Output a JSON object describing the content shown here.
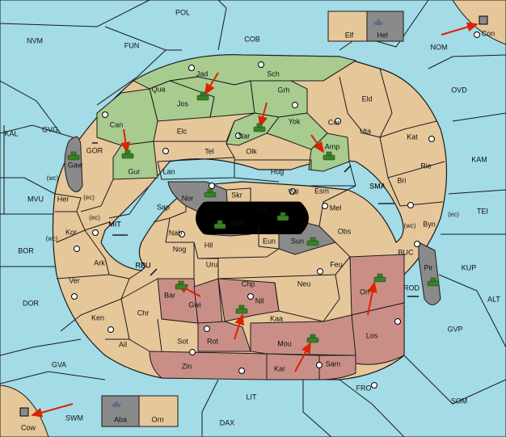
{
  "colors": {
    "sea": "#a3dbe6",
    "land": "#e6c79a",
    "power_green": "#a8cb8f",
    "power_red": "#c98f87",
    "neutral_gray": "#8a8a8a",
    "border": "#1a1a1a",
    "order_arrow": "#dd2200",
    "army": "#3a7f2a"
  },
  "seas": [
    {
      "id": "POL",
      "label": "POL"
    },
    {
      "id": "NVM",
      "label": "NVM"
    },
    {
      "id": "FUN",
      "label": "FUN"
    },
    {
      "id": "COB",
      "label": "COB"
    },
    {
      "id": "NOM",
      "label": "NOM"
    },
    {
      "id": "OVD",
      "label": "OVD"
    },
    {
      "id": "KAL",
      "label": "KAL"
    },
    {
      "id": "GVG",
      "label": "GVG"
    },
    {
      "id": "KAM",
      "label": "KAM"
    },
    {
      "id": "SMA",
      "label": "SMA"
    },
    {
      "id": "TEI",
      "label": "TEI"
    },
    {
      "id": "MIT",
      "label": "MIT"
    },
    {
      "id": "MVU",
      "label": "MVU"
    },
    {
      "id": "BOR",
      "label": "BOR"
    },
    {
      "id": "KUP",
      "label": "KUP"
    },
    {
      "id": "RBU",
      "label": "RBU"
    },
    {
      "id": "DOR",
      "label": "DOR"
    },
    {
      "id": "ALT",
      "label": "ALT"
    },
    {
      "id": "GVP",
      "label": "GVP"
    },
    {
      "id": "GVA",
      "label": "GVA"
    },
    {
      "id": "FRO",
      "label": "FRO"
    },
    {
      "id": "SOM",
      "label": "SOM"
    },
    {
      "id": "LIT",
      "label": "LIT"
    },
    {
      "id": "SWM",
      "label": "SWM"
    },
    {
      "id": "DAX",
      "label": "DAX"
    }
  ],
  "lands": [
    {
      "id": "Jad",
      "label": "Jad",
      "owner": "green"
    },
    {
      "id": "Sch",
      "label": "Sch",
      "owner": "green"
    },
    {
      "id": "Qua",
      "label": "Qua",
      "owner": "green"
    },
    {
      "id": "Jos",
      "label": "Jos",
      "owner": "green"
    },
    {
      "id": "Grh",
      "label": "Grh",
      "owner": "green"
    },
    {
      "id": "Can",
      "label": "Can",
      "owner": "green"
    },
    {
      "id": "Gur",
      "label": "Gur",
      "owner": "green"
    },
    {
      "id": "Nar",
      "label": "Nar",
      "owner": "green"
    },
    {
      "id": "Yok",
      "label": "Yok",
      "owner": "green"
    },
    {
      "id": "Amp",
      "label": "Amp",
      "owner": "green"
    },
    {
      "id": "Eld",
      "label": "Eld",
      "owner": "neutral"
    },
    {
      "id": "Car",
      "label": "Car",
      "owner": "neutral"
    },
    {
      "id": "Uta",
      "label": "Uta",
      "owner": "neutral"
    },
    {
      "id": "Kat",
      "label": "Kat",
      "owner": "neutral"
    },
    {
      "id": "Elc",
      "label": "Elc",
      "owner": "neutral"
    },
    {
      "id": "Tel",
      "label": "Tel",
      "owner": "neutral"
    },
    {
      "id": "Olk",
      "label": "Olk",
      "owner": "neutral"
    },
    {
      "id": "Lan",
      "label": "Lan",
      "owner": "neutral"
    },
    {
      "id": "Hug",
      "label": "Hug",
      "owner": "neutral"
    },
    {
      "id": "Rie",
      "label": "Rie",
      "owner": "neutral"
    },
    {
      "id": "Bri",
      "label": "Bri",
      "owner": "neutral"
    },
    {
      "id": "Wil",
      "label": "Wil",
      "owner": "neutral"
    },
    {
      "id": "Esm",
      "label": "Esm",
      "owner": "neutral"
    },
    {
      "id": "Her",
      "label": "Her",
      "owner": "neutral"
    },
    {
      "id": "Sap",
      "label": "Sap",
      "owner": "neutral"
    },
    {
      "id": "Byn",
      "label": "Byn",
      "owner": "neutral"
    },
    {
      "id": "Mel",
      "label": "Mel",
      "owner": "neutral"
    },
    {
      "id": "Kor",
      "label": "Kor",
      "owner": "neutral"
    },
    {
      "id": "Nab",
      "label": "Nab",
      "owner": "neutral"
    },
    {
      "id": "Obs",
      "label": "Obs",
      "owner": "neutral"
    },
    {
      "id": "Hil",
      "label": "Hil",
      "owner": "neutral"
    },
    {
      "id": "Eun",
      "label": "Eun",
      "owner": "neutral"
    },
    {
      "id": "Ark",
      "label": "Ark",
      "owner": "neutral"
    },
    {
      "id": "Nog",
      "label": "Nog",
      "owner": "neutral"
    },
    {
      "id": "Uru",
      "label": "Uru",
      "owner": "neutral"
    },
    {
      "id": "Feu",
      "label": "Feu",
      "owner": "neutral"
    },
    {
      "id": "Ver",
      "label": "Ver",
      "owner": "neutral"
    },
    {
      "id": "Chp",
      "label": "Chp",
      "owner": "neutral"
    },
    {
      "id": "Neu",
      "label": "Neu",
      "owner": "neutral"
    },
    {
      "id": "Ken",
      "label": "Ken",
      "owner": "neutral"
    },
    {
      "id": "Chr",
      "label": "Chr",
      "owner": "neutral"
    },
    {
      "id": "Kaa",
      "label": "Kaa",
      "owner": "neutral"
    },
    {
      "id": "Ail",
      "label": "Ail",
      "owner": "neutral"
    },
    {
      "id": "Sot",
      "label": "Sot",
      "owner": "neutral"
    },
    {
      "id": "Elf",
      "label": "Elf",
      "owner": "neutral"
    },
    {
      "id": "Orn",
      "label": "Orn",
      "owner": "neutral"
    },
    {
      "id": "Bar",
      "label": "Bar",
      "owner": "red"
    },
    {
      "id": "Gwi",
      "label": "Gwi",
      "owner": "red"
    },
    {
      "id": "Nil",
      "label": "Nil",
      "owner": "red"
    },
    {
      "id": "Rot",
      "label": "Rot",
      "owner": "red"
    },
    {
      "id": "Mou",
      "label": "Mou",
      "owner": "red"
    },
    {
      "id": "Orl",
      "label": "Orl",
      "owner": "red"
    },
    {
      "id": "Los",
      "label": "Los",
      "owner": "red"
    },
    {
      "id": "Zin",
      "label": "Zin",
      "owner": "red"
    },
    {
      "id": "Kar",
      "label": "Kar",
      "owner": "red"
    },
    {
      "id": "Sam",
      "label": "Sam",
      "owner": "red"
    },
    {
      "id": "Gaw",
      "label": "Gaw",
      "owner": "gray"
    },
    {
      "id": "Nor",
      "label": "Nor",
      "owner": "gray"
    },
    {
      "id": "Skr",
      "label": "Skr",
      "owner": "neutral"
    },
    {
      "id": "Ost",
      "label": "Ost",
      "owner": "gray"
    },
    {
      "id": "Web",
      "label": "Web",
      "owner": "gray"
    },
    {
      "id": "Sun",
      "label": "Sun",
      "owner": "gray"
    },
    {
      "id": "Pir",
      "label": "Pir",
      "owner": "gray"
    },
    {
      "id": "Hel",
      "label": "Hel",
      "owner": "gray"
    },
    {
      "id": "Aba",
      "label": "Aba",
      "owner": "gray"
    },
    {
      "id": "Con",
      "label": "Con",
      "owner": "neutral"
    },
    {
      "id": "Cow",
      "label": "Cow",
      "owner": "neutral"
    }
  ],
  "connectors": [
    {
      "id": "GOR",
      "label": "GOR"
    },
    {
      "id": "MIT",
      "label": "MIT"
    },
    {
      "id": "RBU",
      "label": "RBU"
    },
    {
      "id": "SMA",
      "label": "SMA"
    },
    {
      "id": "BUC",
      "label": "BUC"
    },
    {
      "id": "ROD",
      "label": "ROD"
    }
  ],
  "coast_tags": [
    {
      "id": "wc1",
      "label": "(wc)"
    },
    {
      "id": "ec1",
      "label": "(ec)"
    },
    {
      "id": "ec2",
      "label": "(ec)"
    },
    {
      "id": "wc2",
      "label": "(wc)"
    },
    {
      "id": "wc3",
      "label": "(wc)"
    },
    {
      "id": "ec3",
      "label": "(ec)"
    }
  ],
  "units": [
    {
      "type": "army",
      "power": "green",
      "at": "Jos"
    },
    {
      "type": "army",
      "power": "green",
      "at": "Gur"
    },
    {
      "type": "army",
      "power": "green",
      "at": "Gaw"
    },
    {
      "type": "army",
      "power": "green",
      "at": "Nar"
    },
    {
      "type": "army",
      "power": "green",
      "at": "Amp"
    },
    {
      "type": "army",
      "power": "green",
      "at": "Nor"
    },
    {
      "type": "army",
      "power": "green",
      "at": "Web"
    },
    {
      "type": "army",
      "power": "green",
      "at": "Ost"
    },
    {
      "type": "army",
      "power": "green",
      "at": "Sun"
    },
    {
      "type": "army",
      "power": "green",
      "at": "Pir"
    },
    {
      "type": "army",
      "power": "green",
      "at": "Orl"
    },
    {
      "type": "army",
      "power": "green",
      "at": "Gwi"
    },
    {
      "type": "army",
      "power": "green",
      "at": "Nil"
    },
    {
      "type": "army",
      "power": "green",
      "at": "Mou"
    },
    {
      "type": "fleet",
      "power": "gray",
      "at": "Hel"
    },
    {
      "type": "fleet",
      "power": "gray",
      "at": "Aba"
    },
    {
      "type": "fleet",
      "power": "gray",
      "at": "Con"
    },
    {
      "type": "fleet",
      "power": "gray",
      "at": "Cow"
    }
  ],
  "orders": [
    {
      "from": "Jad",
      "to": "Jos"
    },
    {
      "from": "Can",
      "to": "Gur"
    },
    {
      "from": "Grh",
      "to": "Nar"
    },
    {
      "from": "Yok",
      "to": "Amp"
    },
    {
      "from": "Bar",
      "to": "Gwi"
    },
    {
      "from": "Rot",
      "to": "Nil"
    },
    {
      "from": "Los",
      "to": "Orl"
    },
    {
      "from": "Kar",
      "to": "Mou"
    },
    {
      "from": "NOM",
      "to": "Con"
    },
    {
      "from": "SWM",
      "to": "Cow"
    }
  ]
}
